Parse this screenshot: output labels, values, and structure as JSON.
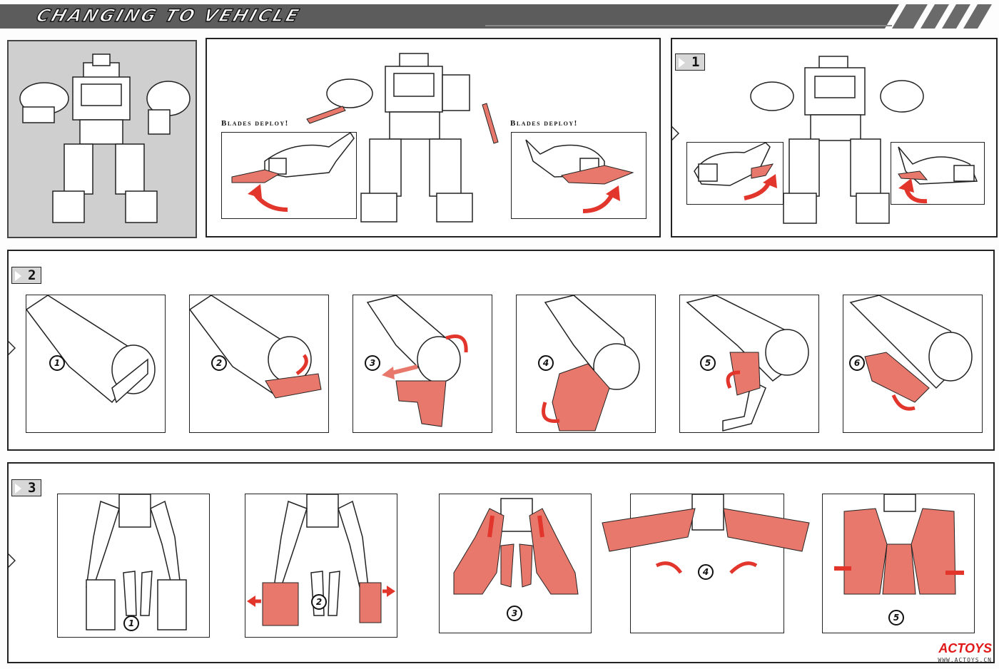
{
  "header": {
    "title": "CHANGING TO VEHICLE"
  },
  "intro": {
    "caption_left": "Blades deploy!",
    "caption_right": "Blades deploy!"
  },
  "step1": {
    "number": "1"
  },
  "step2": {
    "number": "2",
    "substeps": [
      "1",
      "2",
      "3",
      "4",
      "5",
      "6"
    ]
  },
  "step3": {
    "number": "3",
    "substeps": [
      "1",
      "2",
      "3",
      "4",
      "5"
    ]
  },
  "footer": {
    "logo": "ACTOYS",
    "url": "WWW.ACTOYS.CN"
  },
  "colors": {
    "highlight": "#e8786b",
    "arrow": "#e2352c",
    "outline": "#222222",
    "banner": "#5a5a5a"
  },
  "icons": [
    "robot-illustration",
    "curved-arrow-icon",
    "blade-icon",
    "leg-illustration",
    "foot-illustration"
  ]
}
